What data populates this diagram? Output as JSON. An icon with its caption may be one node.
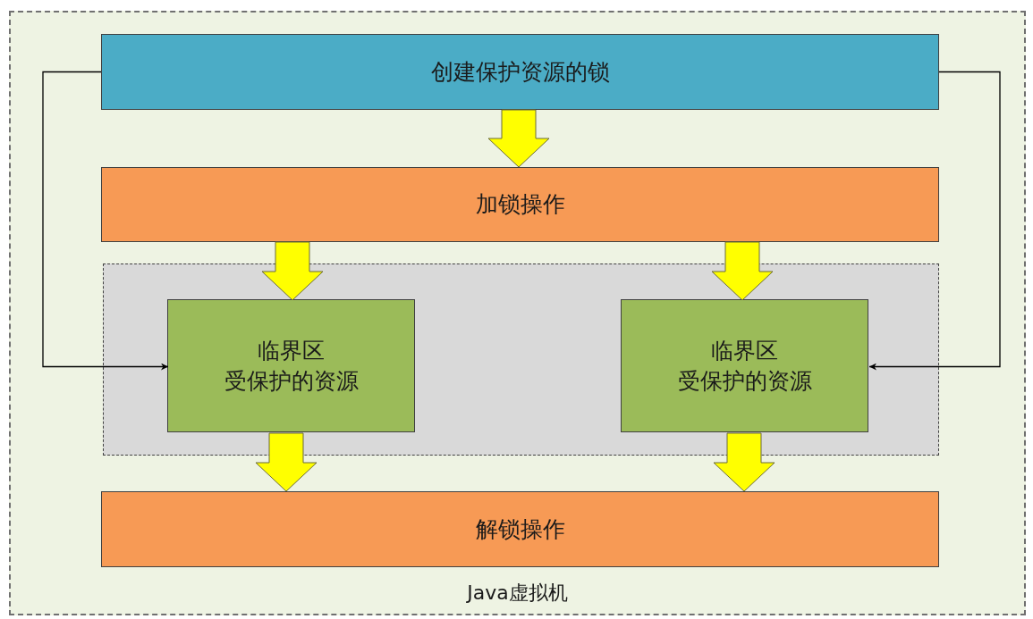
{
  "diagram": {
    "nodes": [
      {
        "text": [
          "Java虚拟机"
        ]
      },
      {
        "text": [
          "创建保护资源的锁"
        ],
        "in": 0
      },
      {
        "text": [
          "加锁操作"
        ],
        "in": 0
      },
      {
        "text": [],
        "shape": "box",
        "in": 0
      },
      {
        "text": [
          "临界区",
          "受保护的资源"
        ],
        "in": 3
      },
      {
        "text": [
          "临界区",
          "受保护的资源"
        ],
        "in": 3
      },
      {
        "text": [
          "解锁操作"
        ],
        "in": 0
      }
    ],
    "edges": [
      {
        "from": 1,
        "to": 2,
        "arrow": "to",
        "style": "thick"
      },
      {
        "from": 2,
        "to": 4,
        "arrow": "to",
        "style": "thick"
      },
      {
        "from": 2,
        "to": 5,
        "arrow": "to",
        "style": "thick"
      },
      {
        "from": 4,
        "to": 6,
        "arrow": "to",
        "style": "thick"
      },
      {
        "from": 5,
        "to": 6,
        "arrow": "to",
        "style": "thick"
      },
      {
        "from": 1,
        "to": 4,
        "arrow": "to",
        "color": "#000000"
      },
      {
        "from": 1,
        "to": 5,
        "arrow": "to",
        "color": "#000000"
      }
    ]
  }
}
